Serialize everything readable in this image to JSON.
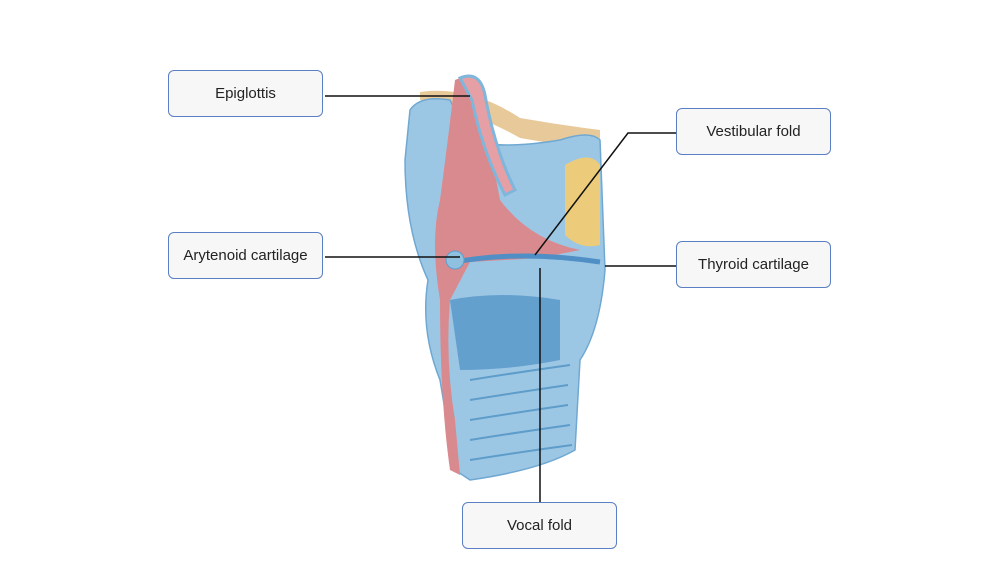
{
  "diagram": {
    "subject": "larynx",
    "labels": {
      "epiglottis": "Epiglottis",
      "vestibular_fold": "Vestibular fold",
      "arytenoid_cartilage": "Arytenoid cartilage",
      "thyroid_cartilage": "Thyroid cartilage",
      "vocal_fold": "Vocal fold"
    }
  },
  "colors": {
    "border": "#5b7fc4",
    "cartilage_blue": "#8fc0e0",
    "mucosa_red": "#d9898e",
    "bone": "#e8c99a"
  }
}
